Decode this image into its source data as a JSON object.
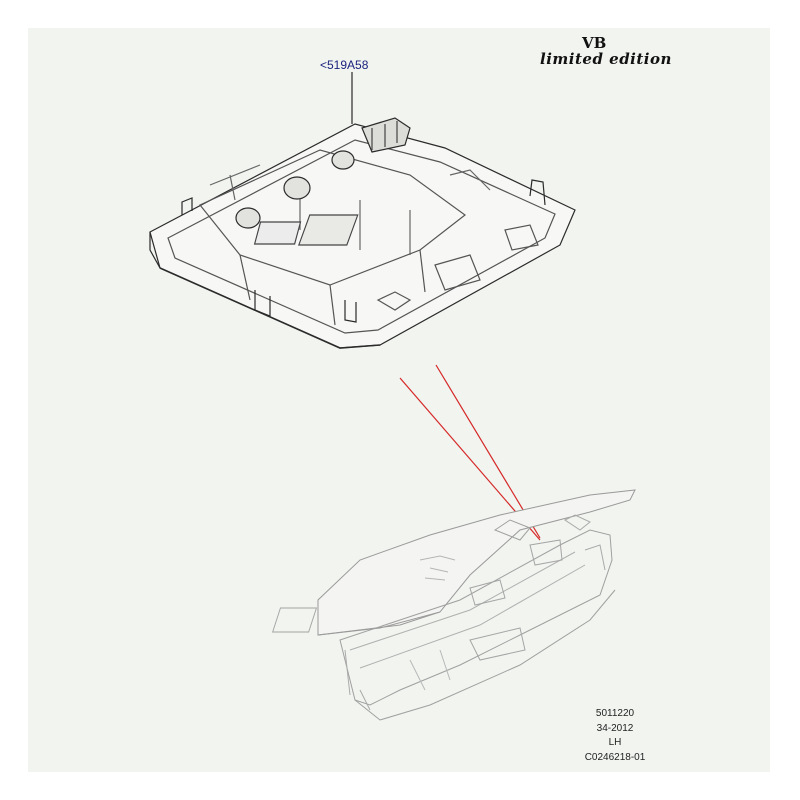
{
  "brand": {
    "line1": "VB",
    "line2": "limited edition"
  },
  "callout": {
    "label": "<519A58"
  },
  "meta": {
    "line1": "5011220",
    "line2": "34-2012",
    "line3": "LH",
    "line4": "C0246218-01"
  },
  "colors": {
    "sheet": "#f1f4ef",
    "callout_text": "#1a237e",
    "leader_lines": "#d62828",
    "linework": "#2b2b2b",
    "faint_linework": "#9a9a9a"
  }
}
